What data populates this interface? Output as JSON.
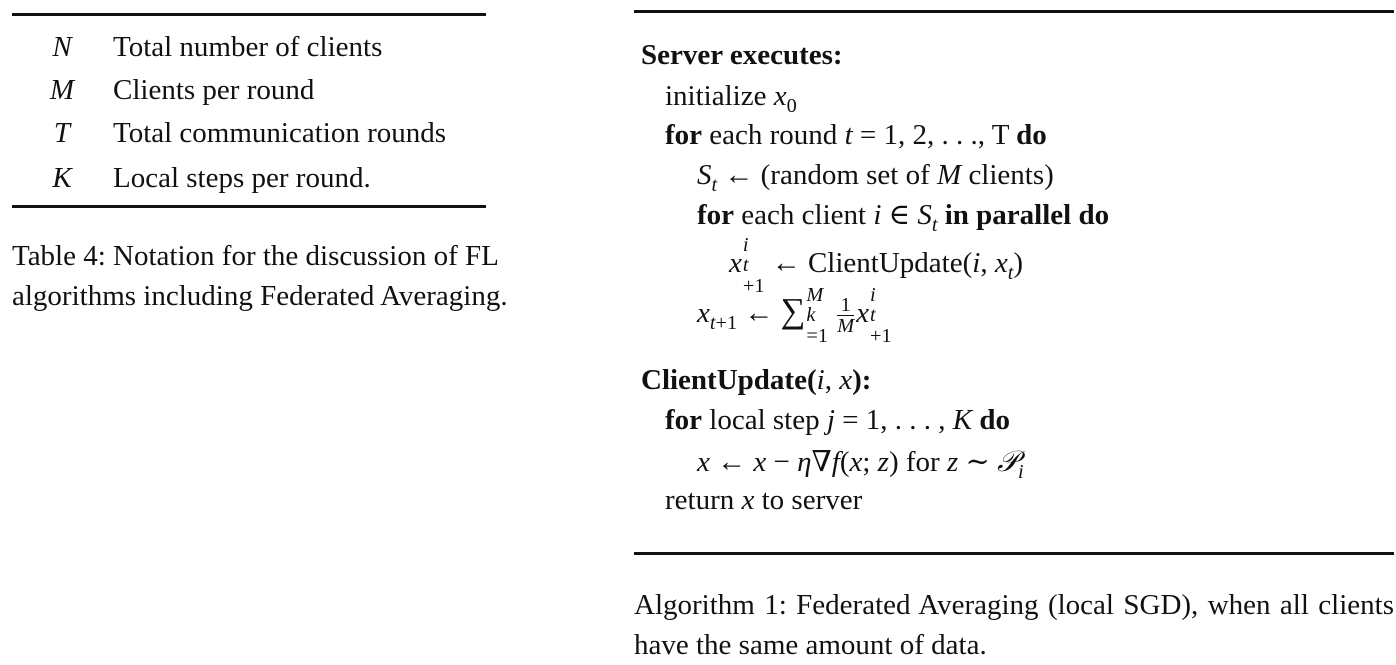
{
  "table": {
    "rows": [
      {
        "symbol": "N",
        "description": "Total number of clients"
      },
      {
        "symbol": "M",
        "description": "Clients per round"
      },
      {
        "symbol": "T",
        "description": "Total communication rounds"
      },
      {
        "symbol": "K",
        "description": "Local steps per round."
      }
    ],
    "caption": "Table 4: Notation for the discussion of FL algorithms including Federated Averaging."
  },
  "algorithm": {
    "server_heading": "Server executes:",
    "init": "initialize",
    "for_kw": "for",
    "each_round": "each round",
    "rounds_tail": ", T",
    "do_kw": "do",
    "random_set": "(random set of",
    "clients": "clients)",
    "each_client": "each client",
    "in_parallel_do": "in parallel do",
    "client_update_fn": "ClientUpdate",
    "client_update_heading": "ClientUpdate",
    "local_step": "local step",
    "for_text": "for",
    "return_text": "return",
    "to_server": "to server",
    "caption": "Algorithm 1: Federated Averaging (local SGD), when all clients have the same amount of data."
  }
}
